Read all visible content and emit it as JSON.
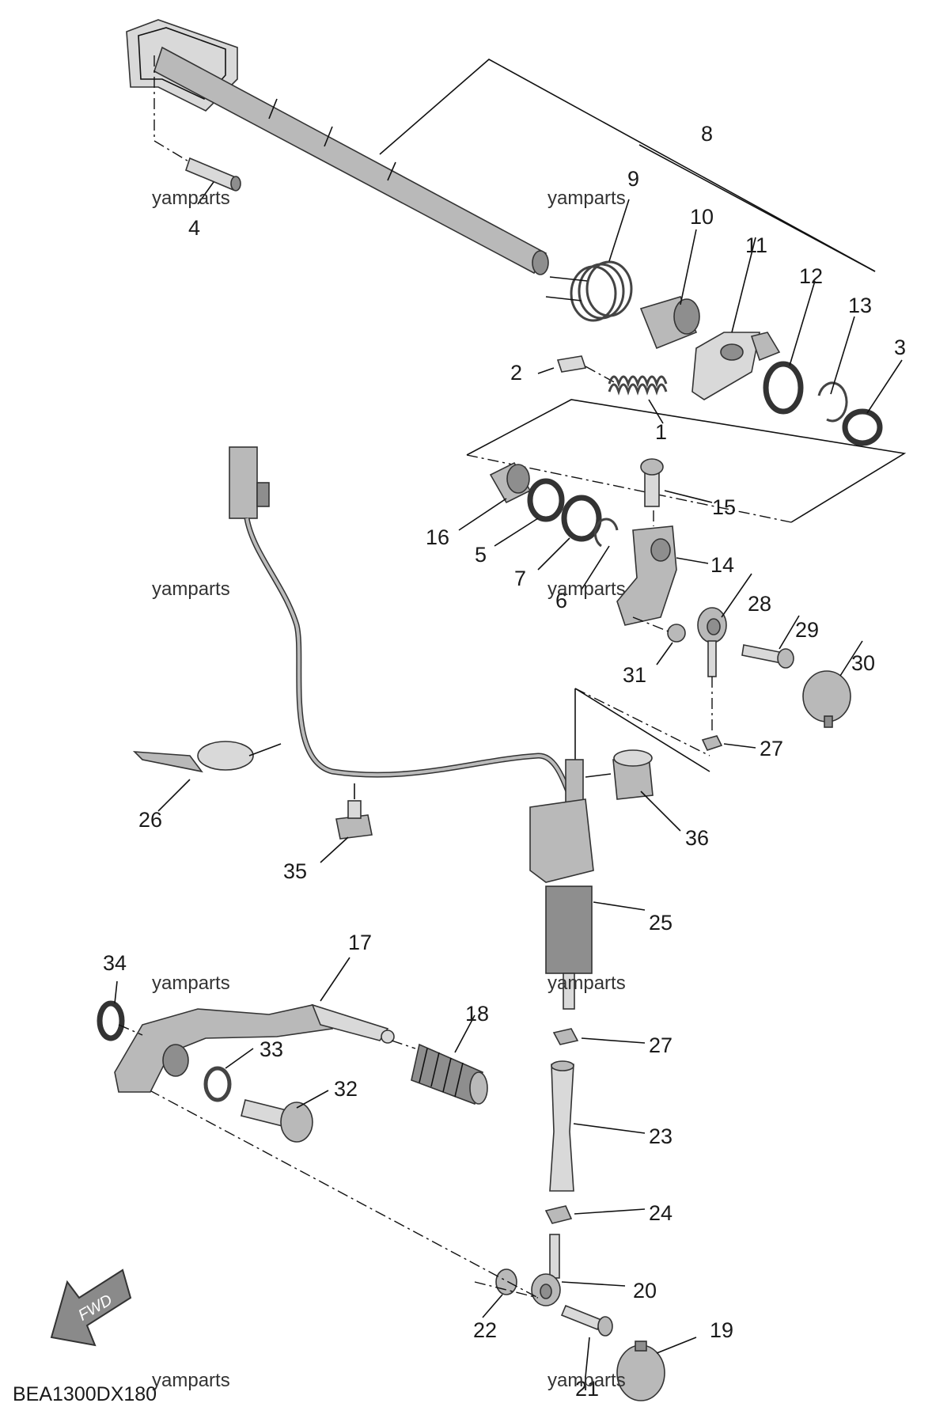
{
  "diagram": {
    "code": "BEA1300DX180",
    "fwd_label": "FWD",
    "watermark": "yamparts",
    "callouts": {
      "c1": "1",
      "c2": "2",
      "c3": "3",
      "c4": "4",
      "c5": "5",
      "c6": "6",
      "c7": "7",
      "c8": "8",
      "c9": "9",
      "c10": "10",
      "c11": "11",
      "c12": "12",
      "c13": "13",
      "c14": "14",
      "c15": "15",
      "c16": "16",
      "c17": "17",
      "c18": "18",
      "c19": "19",
      "c20": "20",
      "c21": "21",
      "c22": "22",
      "c23": "23",
      "c24": "24",
      "c25": "25",
      "c26": "26",
      "c27a": "27",
      "c27b": "27",
      "c28": "28",
      "c29": "29",
      "c30": "30",
      "c31": "31",
      "c32": "32",
      "c33": "33",
      "c34": "34",
      "c35": "35",
      "c36": "36"
    }
  }
}
